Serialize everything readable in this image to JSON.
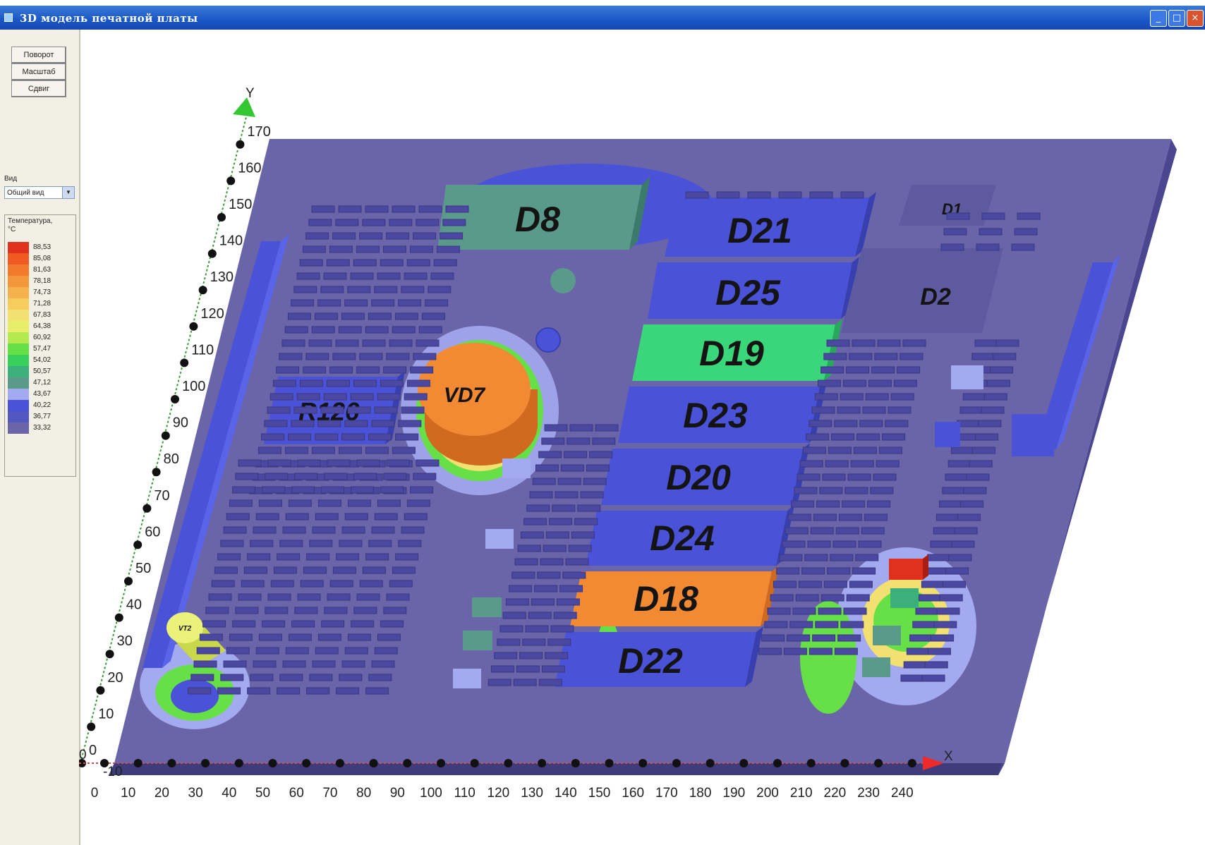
{
  "window": {
    "title": "3D модель печатной платы",
    "minimize": "_",
    "maximize": "□",
    "close": "×"
  },
  "toolbar": {
    "rotate": "Поворот",
    "scale": "Масштаб",
    "shift": "Сдвиг"
  },
  "view": {
    "label": "Вид",
    "selected": "Общий вид"
  },
  "legend": {
    "title_line1": "Температура,",
    "title_line2": "°C",
    "entries": [
      {
        "value": "88,53",
        "color": "#e0301e"
      },
      {
        "value": "85,08",
        "color": "#f05a22"
      },
      {
        "value": "81,63",
        "color": "#f27a2c"
      },
      {
        "value": "78,18",
        "color": "#f4963a"
      },
      {
        "value": "74,73",
        "color": "#f6b04c"
      },
      {
        "value": "71,28",
        "color": "#f6cc5c"
      },
      {
        "value": "67,83",
        "color": "#f2e070"
      },
      {
        "value": "64,38",
        "color": "#e6ee6a"
      },
      {
        "value": "60,92",
        "color": "#b4ea4e"
      },
      {
        "value": "57,47",
        "color": "#66e046"
      },
      {
        "value": "54,02",
        "color": "#36d05a"
      },
      {
        "value": "50,57",
        "color": "#3cb07a"
      },
      {
        "value": "47,12",
        "color": "#5a9a8a"
      },
      {
        "value": "43,67",
        "color": "#a4aaf0"
      },
      {
        "value": "40,22",
        "color": "#4a52d8"
      },
      {
        "value": "36,77",
        "color": "#5258c0"
      },
      {
        "value": "33,32",
        "color": "#6a64a8"
      }
    ]
  },
  "axes": {
    "x_label": "X",
    "y_label": "Y",
    "x_ticks": [
      "0",
      "10",
      "20",
      "30",
      "40",
      "50",
      "60",
      "70",
      "80",
      "90",
      "100",
      "110",
      "120",
      "130",
      "140",
      "150",
      "160",
      "170",
      "180",
      "190",
      "200",
      "210",
      "220",
      "230",
      "240"
    ],
    "y_ticks": [
      "0",
      "10",
      "20",
      "30",
      "40",
      "50",
      "60",
      "70",
      "80",
      "90",
      "100",
      "110",
      "120",
      "130",
      "140",
      "150",
      "160",
      "170"
    ],
    "origin_label": "0",
    "neg_label": "-10"
  },
  "components": {
    "D8": "D8",
    "D21": "D21",
    "D25": "D25",
    "D19": "D19",
    "D23": "D23",
    "D20": "D20",
    "D24": "D24",
    "D18": "D18",
    "D22": "D22",
    "D1": "D1",
    "D2": "D2",
    "R126": "R126",
    "VD7": "VD7",
    "VT2": "VT2"
  },
  "colors": {
    "board": "#6a64a8",
    "hot": "#e0301e",
    "orange": "#f28a34",
    "green": "#3ad67a",
    "teal": "#5a9a8a",
    "blue": "#4a52d8"
  }
}
